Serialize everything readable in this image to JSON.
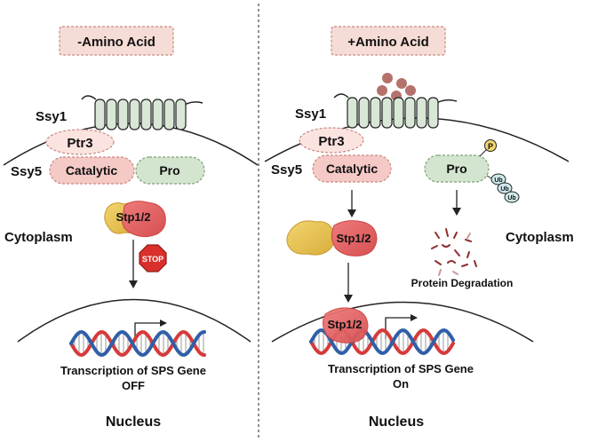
{
  "left_panel": {
    "condition_label": "-Amino Acid",
    "ssy1_label": "Ssy1",
    "ptr3_label": "Ptr3",
    "ssy5_label": "Ssy5",
    "catalytic_label": "Catalytic",
    "pro_label": "Pro",
    "stp_label": "Stp1/2",
    "stop_label": "STOP",
    "cytoplasm_label": "Cytoplasm",
    "transcription_line1": "Transcription of SPS Gene",
    "transcription_line2": "OFF",
    "nucleus_label": "Nucleus"
  },
  "right_panel": {
    "condition_label": "+Amino Acid",
    "ssy1_label": "Ssy1",
    "ptr3_label": "Ptr3",
    "ssy5_label": "Ssy5",
    "catalytic_label": "Catalytic",
    "pro_label": "Pro",
    "phospho_label": "P",
    "ub_labels": [
      "Ub",
      "Ub",
      "Ub"
    ],
    "stp_label": "Stp1/2",
    "stp_nucleus_label": "Stp1/2",
    "cytoplasm_label": "Cytoplasm",
    "degradation_label": "Protein Degradation",
    "transcription_line1": "Transcription of SPS Gene",
    "transcription_line2": "On",
    "nucleus_label": "Nucleus"
  },
  "colors": {
    "condition_box_fill": "#f6dcd6",
    "ptr3_fill": "#fbe3e0",
    "catalytic_fill": "#f4c9c6",
    "pro_fill": "#d3e4cf",
    "receptor_fill": "#d9e7d6",
    "stp_fill": "#e66a6a",
    "yellow_protein": "#e9c75a",
    "dna_red": "#d63a3a",
    "dna_blue": "#2f5fa8",
    "stop_red": "#d9302b",
    "amino_acid": "#b5726c"
  }
}
